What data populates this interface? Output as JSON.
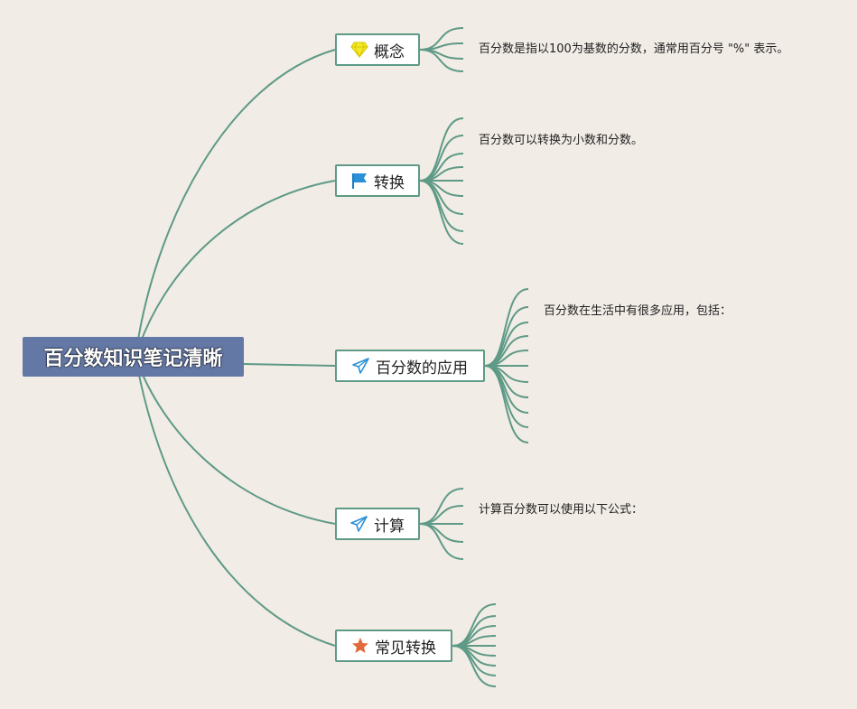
{
  "root": {
    "label": "百分数知识笔记清晰"
  },
  "branches": [
    {
      "label": "概念",
      "icon": "diamond-icon",
      "note": "百分数是指以100为基数的分数，通常用百分号 \"%\" 表示。"
    },
    {
      "label": "转换",
      "icon": "flag-icon",
      "note": "百分数可以转换为小数和分数。"
    },
    {
      "label": "百分数的应用",
      "icon": "paper-plane-icon",
      "note": "百分数在生活中有很多应用，包括："
    },
    {
      "label": "计算",
      "icon": "paper-plane-icon",
      "note": "计算百分数可以使用以下公式："
    },
    {
      "label": "常见转换",
      "icon": "star-icon",
      "note": ""
    }
  ],
  "colors": {
    "background": "#f1ece6",
    "line": "#5e9a86",
    "root": "#6478a6"
  }
}
